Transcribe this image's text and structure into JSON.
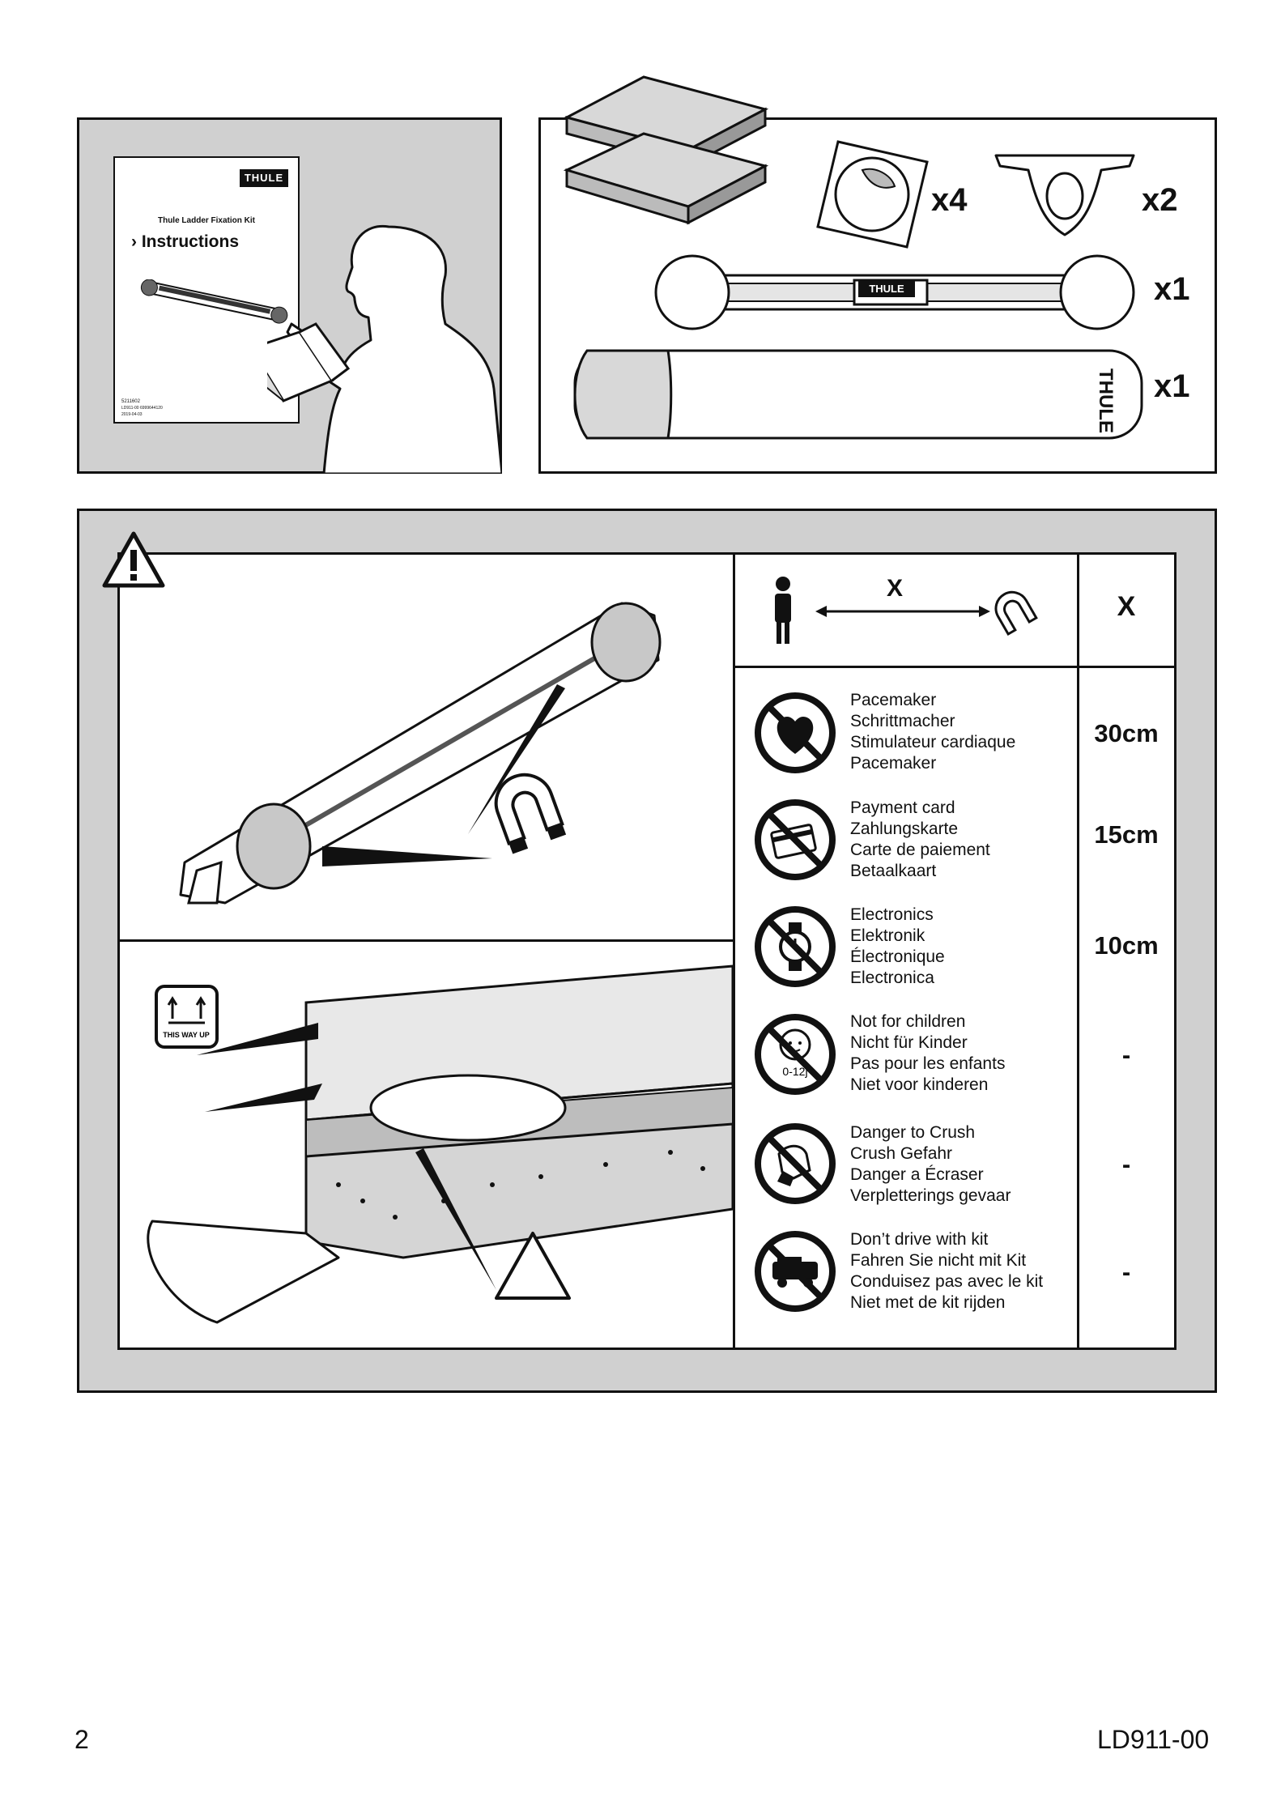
{
  "booklet": {
    "logo": "THULE",
    "kit_title": "Thule Ladder Fixation Kit",
    "instructions": "› Instructions",
    "fine1": "5211602",
    "fine2": "LD911-00  6999644120",
    "fine3": "2019-04-03"
  },
  "parts": {
    "stickers_qty": "x4",
    "clamps_qty": "x2",
    "fixation_qty": "x1",
    "strap_qty": "x1",
    "fixation_logo": "THULE",
    "strap_logo": "THULE"
  },
  "warning": {
    "this_way_up": "THIS WAY UP",
    "distance_label": "X",
    "column_header": "X",
    "rows": [
      {
        "lines": [
          "Pacemaker",
          "Schrittmacher",
          "Stimulateur cardiaque",
          "Pacemaker"
        ],
        "value": "30cm"
      },
      {
        "lines": [
          "Payment card",
          "Zahlungskarte",
          "Carte de paiement",
          "Betaalkaart"
        ],
        "value": "15cm"
      },
      {
        "lines": [
          "Electronics",
          "Elektronik",
          "Électronique",
          "Electronica"
        ],
        "value": "10cm"
      },
      {
        "lines": [
          "Not for children",
          "Nicht für Kinder",
          "Pas pour les enfants",
          "Niet voor kinderen"
        ],
        "value": "-",
        "icon_text": "0-12j"
      },
      {
        "lines": [
          "Danger to Crush",
          "Crush Gefahr",
          "Danger a Écraser",
          "Verpletterings gevaar"
        ],
        "value": "-"
      },
      {
        "lines": [
          "Don’t drive with kit",
          "Fahren Sie nicht mit Kit",
          "Conduisez pas avec le kit",
          "Niet met de kit rijden"
        ],
        "value": "-"
      }
    ]
  },
  "footer": {
    "page_number": "2",
    "doc_code": "LD911-00"
  }
}
